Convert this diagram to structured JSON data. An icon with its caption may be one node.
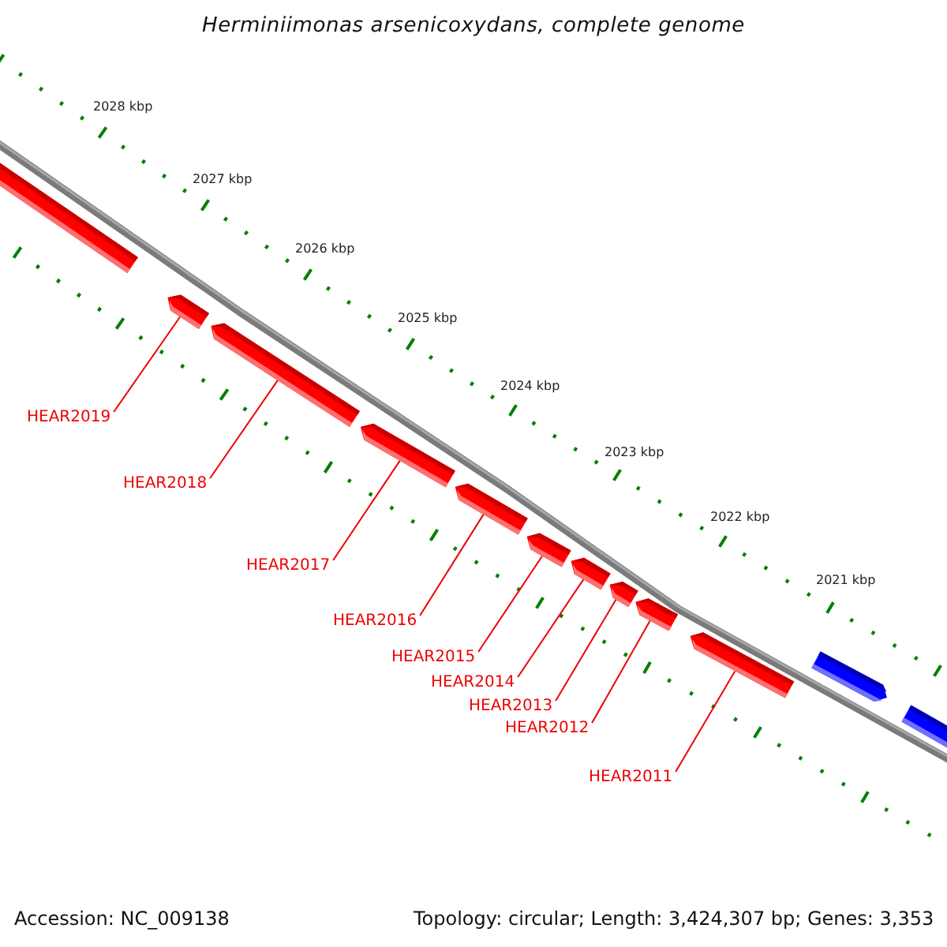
{
  "diagram": {
    "title": "Herminiimonas arsenicoxydans, complete genome",
    "nodes": [
      {
        "text": [],
        "shape": "bar"
      },
      {
        "text": [],
        "shape": "bar"
      },
      {
        "text": [],
        "shape": "bar"
      },
      {
        "text": [],
        "shape": "bar"
      },
      {
        "text": [],
        "shape": "bar"
      },
      {
        "text": [],
        "shape": "bar"
      },
      {
        "text": [],
        "shape": "bar"
      },
      {
        "text": [],
        "shape": "bar"
      },
      {
        "text": [],
        "shape": "bar"
      },
      {
        "text": [],
        "shape": "bar"
      },
      {
        "text": [],
        "shape": "bar"
      },
      {
        "text": [],
        "shape": "bar"
      },
      {
        "text": [
          "HEAR2019"
        ]
      },
      {
        "text": [
          "HEAR2018"
        ]
      },
      {
        "text": [
          "HEAR2017"
        ]
      },
      {
        "text": [
          "HEAR2016"
        ]
      },
      {
        "text": [
          "HEAR2015"
        ]
      },
      {
        "text": [
          "HEAR2014"
        ]
      },
      {
        "text": [
          "HEAR2013"
        ]
      },
      {
        "text": [
          "HEAR2012"
        ]
      },
      {
        "text": [
          "HEAR2011"
        ]
      }
    ],
    "edges": [
      {
        "from": 12,
        "to": 1,
        "arrow": "none"
      },
      {
        "from": 13,
        "to": 2,
        "arrow": "none"
      },
      {
        "from": 14,
        "to": 3,
        "arrow": "none"
      },
      {
        "from": 15,
        "to": 4,
        "arrow": "none"
      },
      {
        "from": 16,
        "to": 5,
        "arrow": "none"
      },
      {
        "from": 17,
        "to": 6,
        "arrow": "none"
      },
      {
        "from": 18,
        "to": 7,
        "arrow": "none"
      },
      {
        "from": 19,
        "to": 8,
        "arrow": "none"
      },
      {
        "from": 20,
        "to": 9,
        "arrow": "none"
      }
    ],
    "labels": [
      "2028 kbp",
      "2027 kbp",
      "2026 kbp",
      "2025 kbp",
      "2024 kbp",
      "2023 kbp",
      "2022 kbp",
      "2021 kbp",
      "Accession: NC_009138",
      "Topology: circular; Length: 3,424,307 bp; Genes: 3,353"
    ]
  }
}
